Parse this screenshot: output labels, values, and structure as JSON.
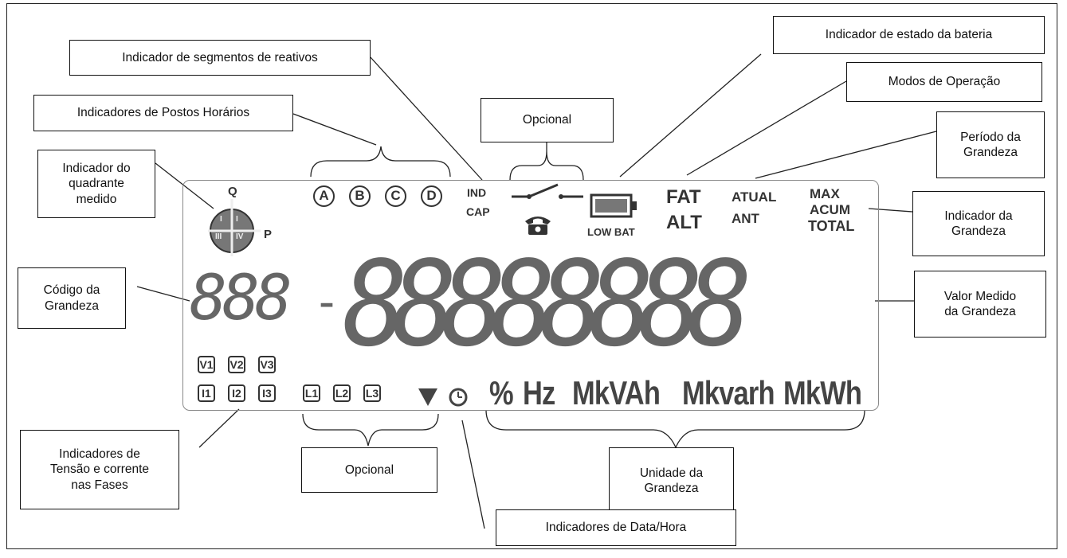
{
  "callouts": {
    "segmentos_reativos": "Indicador de segmentos de reativos",
    "postos_horarios": "Indicadores de Postos Horários",
    "quadrante": "Indicador do\nquadrante\nmedido",
    "opcional_top": "Opcional",
    "bateria": "Indicador de estado da bateria",
    "modos": "Modos de Operação",
    "periodo": "Período da\nGrandeza",
    "indicador_grandeza": "Indicador da\nGrandeza",
    "codigo": "Código da\nGrandeza",
    "valor": "Valor Medido\nda Grandeza",
    "tensao": "Indicadores de\nTensão e corrente\nnas Fases",
    "opcional_bottom": "Opcional",
    "unidade": "Unidade da\nGrandeza",
    "data_hora": "Indicadores de Data/Hora"
  },
  "lcd": {
    "quadrant_q": "Q",
    "quadrant_p": "P",
    "quadrant_labels": [
      "I",
      "I",
      "III",
      "IV"
    ],
    "postos": [
      "A",
      "B",
      "C",
      "D"
    ],
    "ind": "IND",
    "cap": "CAP",
    "low_bat": "LOW BAT",
    "fat": "FAT",
    "alt": "ALT",
    "atual": "ATUAL",
    "ant": "ANT",
    "max": "MAX",
    "acum": "ACUM",
    "total": "TOTAL",
    "code_digits": "888",
    "dash": "-",
    "value_digits": "88888888",
    "phase_v": [
      "V1",
      "V2",
      "V3"
    ],
    "phase_i": [
      "I1",
      "I2",
      "I3"
    ],
    "phase_l": [
      "L1",
      "L2",
      "L3"
    ],
    "units": [
      "%",
      "Hz",
      "MkVAh",
      "Mkvarh",
      "MkWh"
    ]
  },
  "colors": {
    "segment": "#333333",
    "border": "#111111"
  }
}
